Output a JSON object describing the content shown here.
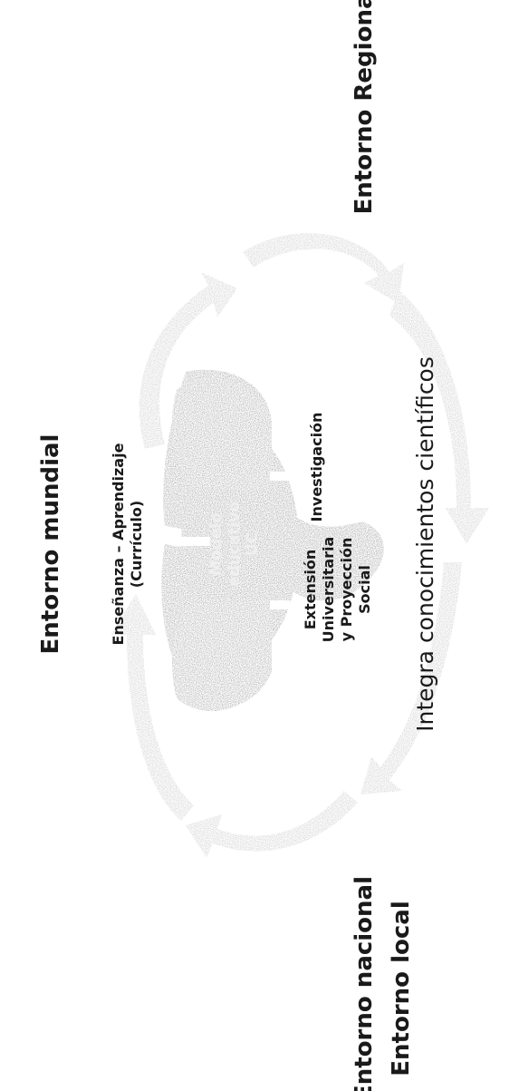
{
  "diagram": {
    "environments": {
      "mundial": "Entorno mundial",
      "local": "Entorno local",
      "regional": "Entorno Regional",
      "nacional": "Entorno nacional"
    },
    "functions": {
      "teaching_line1": "Enseñanza – Aprendizaje",
      "teaching_line2": "(Currículo)",
      "research": "Investigación",
      "extension_line1": "Extensión",
      "extension_line2": "Universitaria",
      "extension_line3": "y Proyección",
      "extension_line4": "Social"
    },
    "center_line1": "Modelo",
    "center_line2": "educativo",
    "center_line3": "UC",
    "bottom_caption": "Integra conocimientos científicos"
  }
}
